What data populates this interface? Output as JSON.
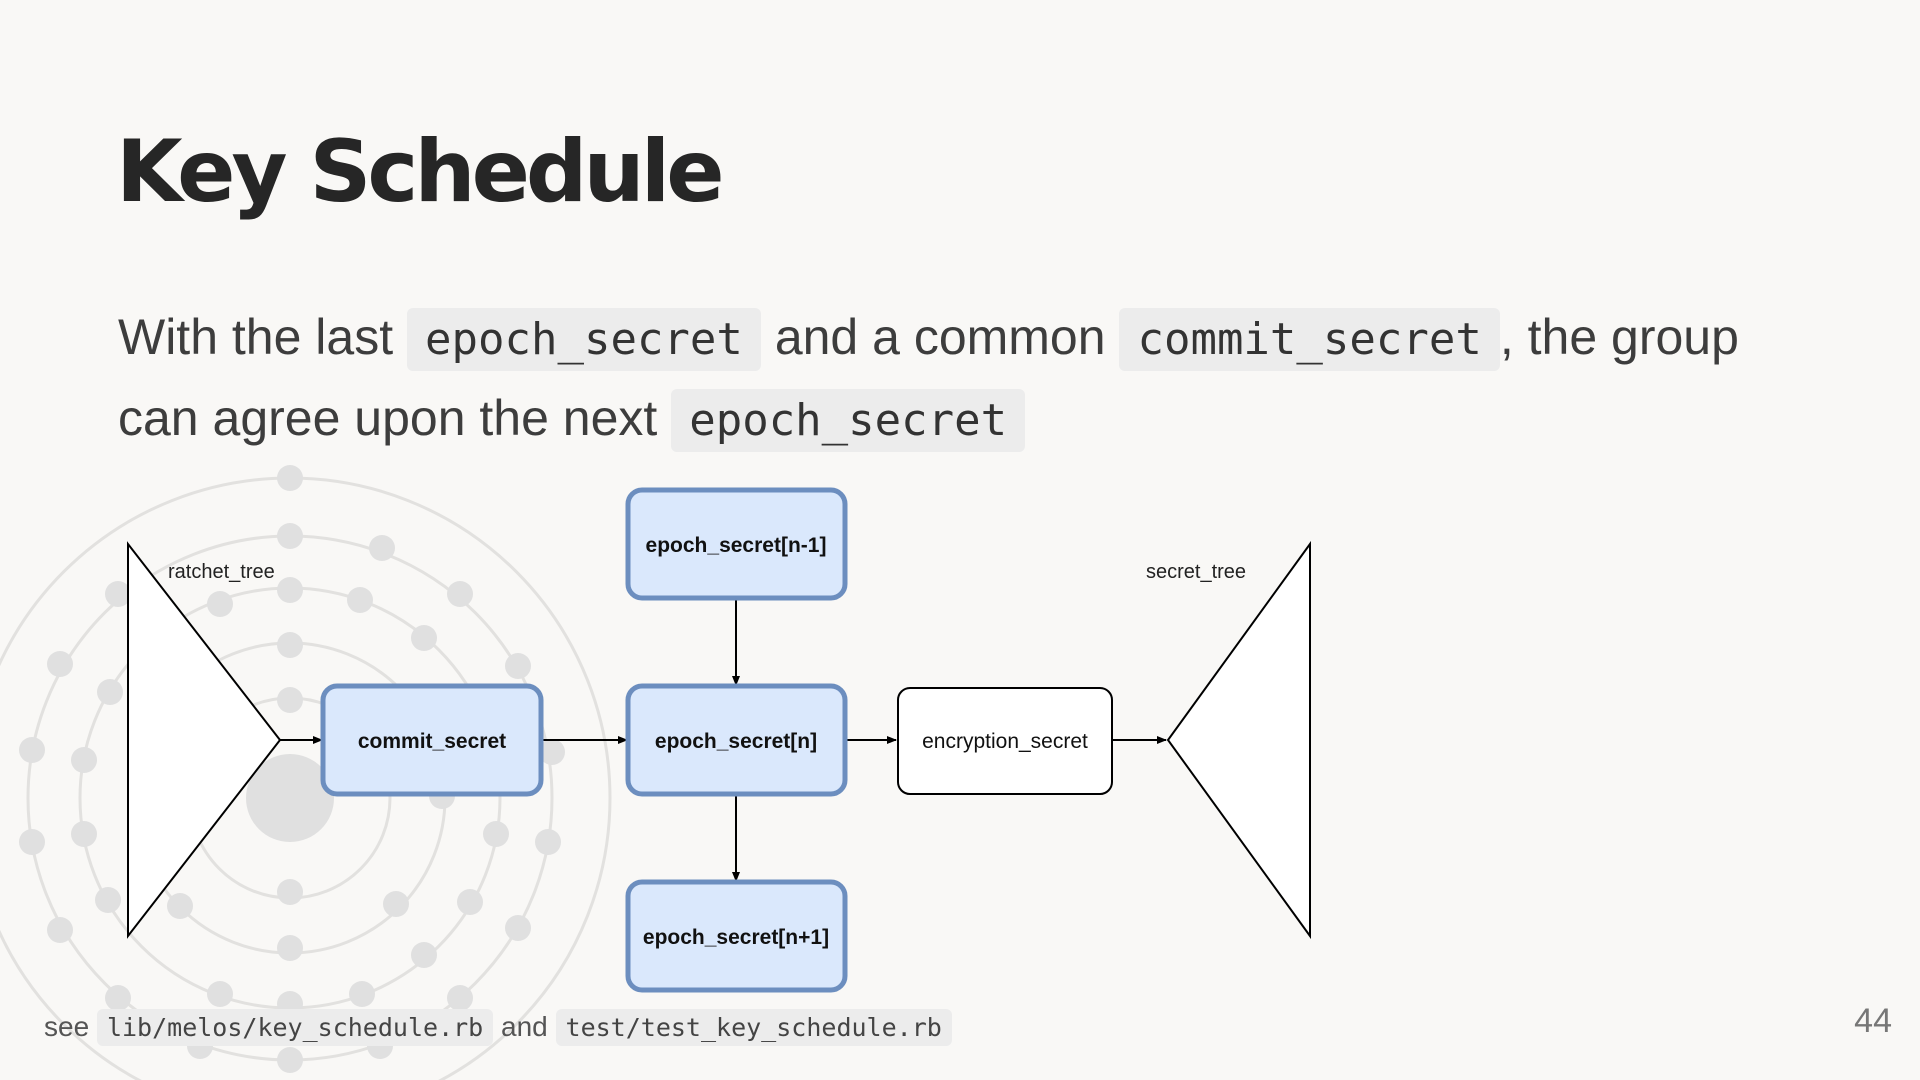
{
  "slide": {
    "title": "Key Schedule",
    "intro": {
      "part1": "With the last",
      "code1": "epoch_secret",
      "part2": "and a common",
      "code2": "commit_secret",
      "part3": ", the group can agree upon the next",
      "code3": "epoch_secret"
    },
    "diagram": {
      "left_tree_label": "ratchet_tree",
      "right_tree_label": "secret_tree",
      "nodes": {
        "commit_secret": "commit_secret",
        "epoch_prev": "epoch_secret[n-1]",
        "epoch_current": "epoch_secret[n]",
        "epoch_next": "epoch_secret[n+1]",
        "encryption_secret": "encryption_secret"
      }
    },
    "footnote": {
      "prefix": "see",
      "file1": "lib/melos/key_schedule.rb",
      "connector": "and",
      "file2": "test/test_key_schedule.rb"
    },
    "page_number": "44"
  },
  "colors": {
    "background": "#f9f8f6",
    "node_fill_highlight": "#dae8fc",
    "node_stroke_highlight": "#6c8ebf",
    "node_fill_plain": "#ffffff",
    "decoration": "#dcdcdc"
  }
}
